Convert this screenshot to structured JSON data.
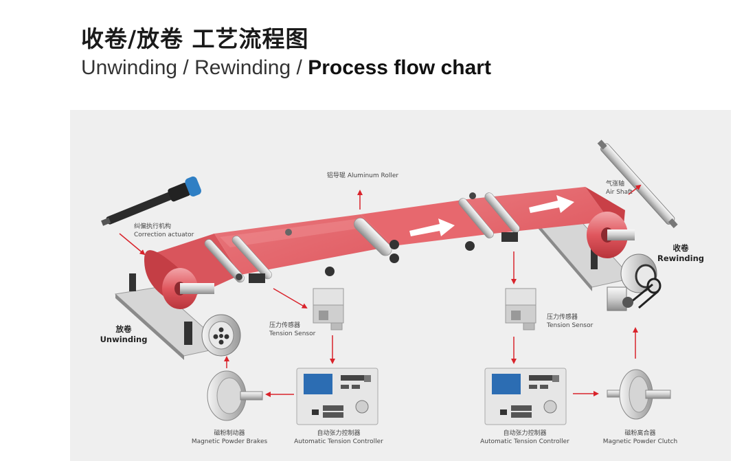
{
  "title": {
    "zh": "收卷/放卷 工艺流程图",
    "en_prefix": "Unwinding / Rewinding / ",
    "en_bold": "Process flow chart"
  },
  "labels": {
    "aluminum_roller": {
      "zh": "铝导辊",
      "en": "Aluminum Roller"
    },
    "air_shaft": {
      "zh": "气涨轴",
      "en": "Air Shaft"
    },
    "correction_actuator": {
      "zh": "纠偏执行机构",
      "en": "Correction actuator"
    },
    "rewinding": {
      "zh": "收卷",
      "en": "Rewinding"
    },
    "unwinding": {
      "zh": "放卷",
      "en": "Unwinding"
    },
    "tension_sensor_left": {
      "zh": "压力传感器",
      "en": "Tension Sensor"
    },
    "tension_sensor_right": {
      "zh": "压力传感器",
      "en": "Tension Sensor"
    },
    "powder_brakes": {
      "zh": "磁粉制动器",
      "en": "Magnetic Powder Brakes"
    },
    "controller_left": {
      "zh": "自动张力控制器",
      "en": "Automatic Tension Controller"
    },
    "controller_right": {
      "zh": "自动张力控制器",
      "en": "Automatic Tension Controller"
    },
    "powder_clutch": {
      "zh": "磁粉离合器",
      "en": "Magnetic Powder Clutch"
    }
  },
  "colors": {
    "web": "#e4656b",
    "web_light": "#f3a5a9",
    "arrow": "#d9232b",
    "panel": "#efefef"
  }
}
